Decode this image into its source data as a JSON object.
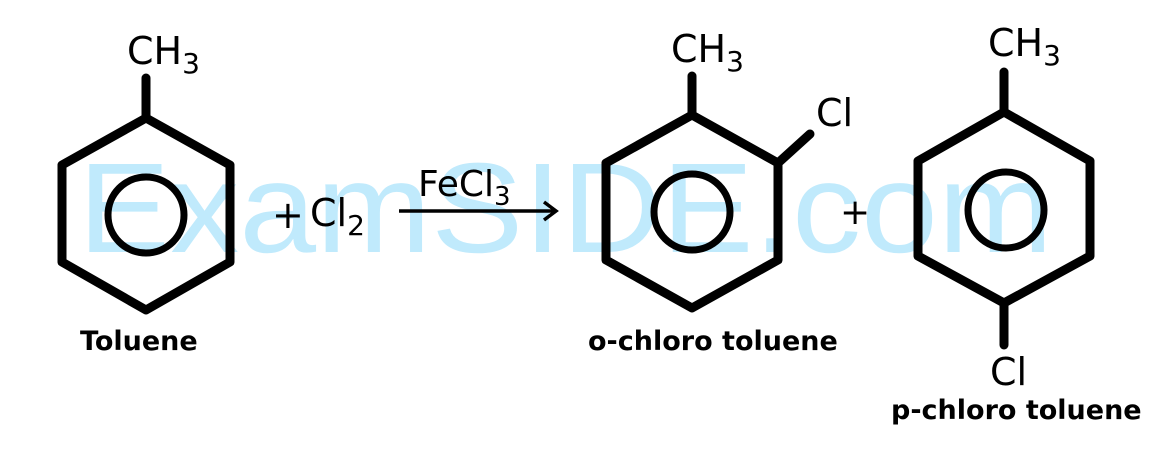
{
  "watermark": {
    "text": "ExamSIDE.com",
    "color": "#c0eafc"
  },
  "reaction": {
    "reactant": {
      "name": "Toluene",
      "substituent_top": {
        "main": "CH",
        "sub": "3"
      }
    },
    "plus_1": "+",
    "reagent": {
      "main": "Cl",
      "sub": "2"
    },
    "catalyst": {
      "main": "FeCl",
      "sub": "3"
    },
    "arrow": "→",
    "product_1": {
      "name": "o-chloro toluene",
      "substituent_top": {
        "main": "CH",
        "sub": "3"
      },
      "substituent_ortho": "Cl"
    },
    "plus_2": "+",
    "product_2": {
      "name": "p-chloro toluene",
      "substituent_top": {
        "main": "CH",
        "sub": "3"
      },
      "substituent_para": "Cl"
    }
  },
  "colors": {
    "ink": "#000000",
    "background": "#ffffff"
  }
}
